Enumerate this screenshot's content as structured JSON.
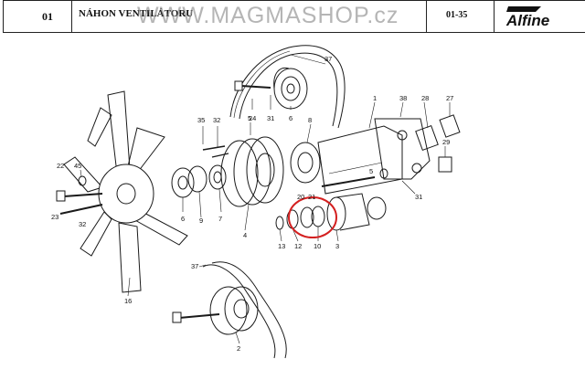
{
  "header": {
    "section_number": "01",
    "title": "NÁHON VENTILÁTORU",
    "page_code": "01-35",
    "watermark": "WWW.MAGMASHOP.cz",
    "brand_logo_text": "Alfine"
  },
  "diagram": {
    "highlight_color": "#d42020",
    "part_labels": [
      "1",
      "2",
      "3",
      "4",
      "5",
      "6",
      "7",
      "8",
      "9",
      "10",
      "12",
      "13",
      "16",
      "20",
      "21",
      "22",
      "23",
      "24",
      "27",
      "28",
      "29",
      "31",
      "32",
      "35",
      "37",
      "38",
      "45"
    ]
  }
}
